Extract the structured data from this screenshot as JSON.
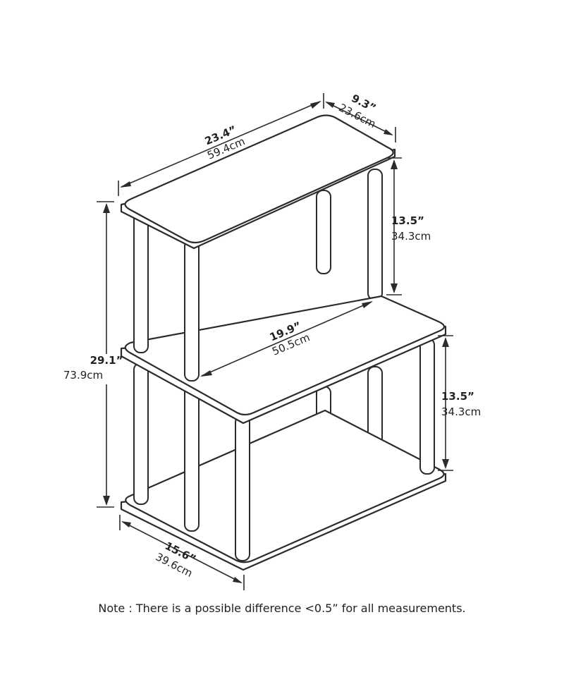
{
  "dimensions": {
    "top_width": {
      "inch": "23.4”",
      "cm": "59.4cm"
    },
    "top_depth": {
      "inch": "9.3”",
      "cm": "23.6cm"
    },
    "upper_height": {
      "inch": "13.5”",
      "cm": "34.3cm"
    },
    "lower_height": {
      "inch": "13.5”",
      "cm": "34.3cm"
    },
    "total_height": {
      "inch": "29.1”",
      "cm": "73.9cm"
    },
    "middle_width": {
      "inch": "19.9”",
      "cm": "50.5cm"
    },
    "depth": {
      "inch": "15.6”",
      "cm": "39.6cm"
    }
  },
  "note": "Note : There is a possible difference <0.5” for all measurements."
}
